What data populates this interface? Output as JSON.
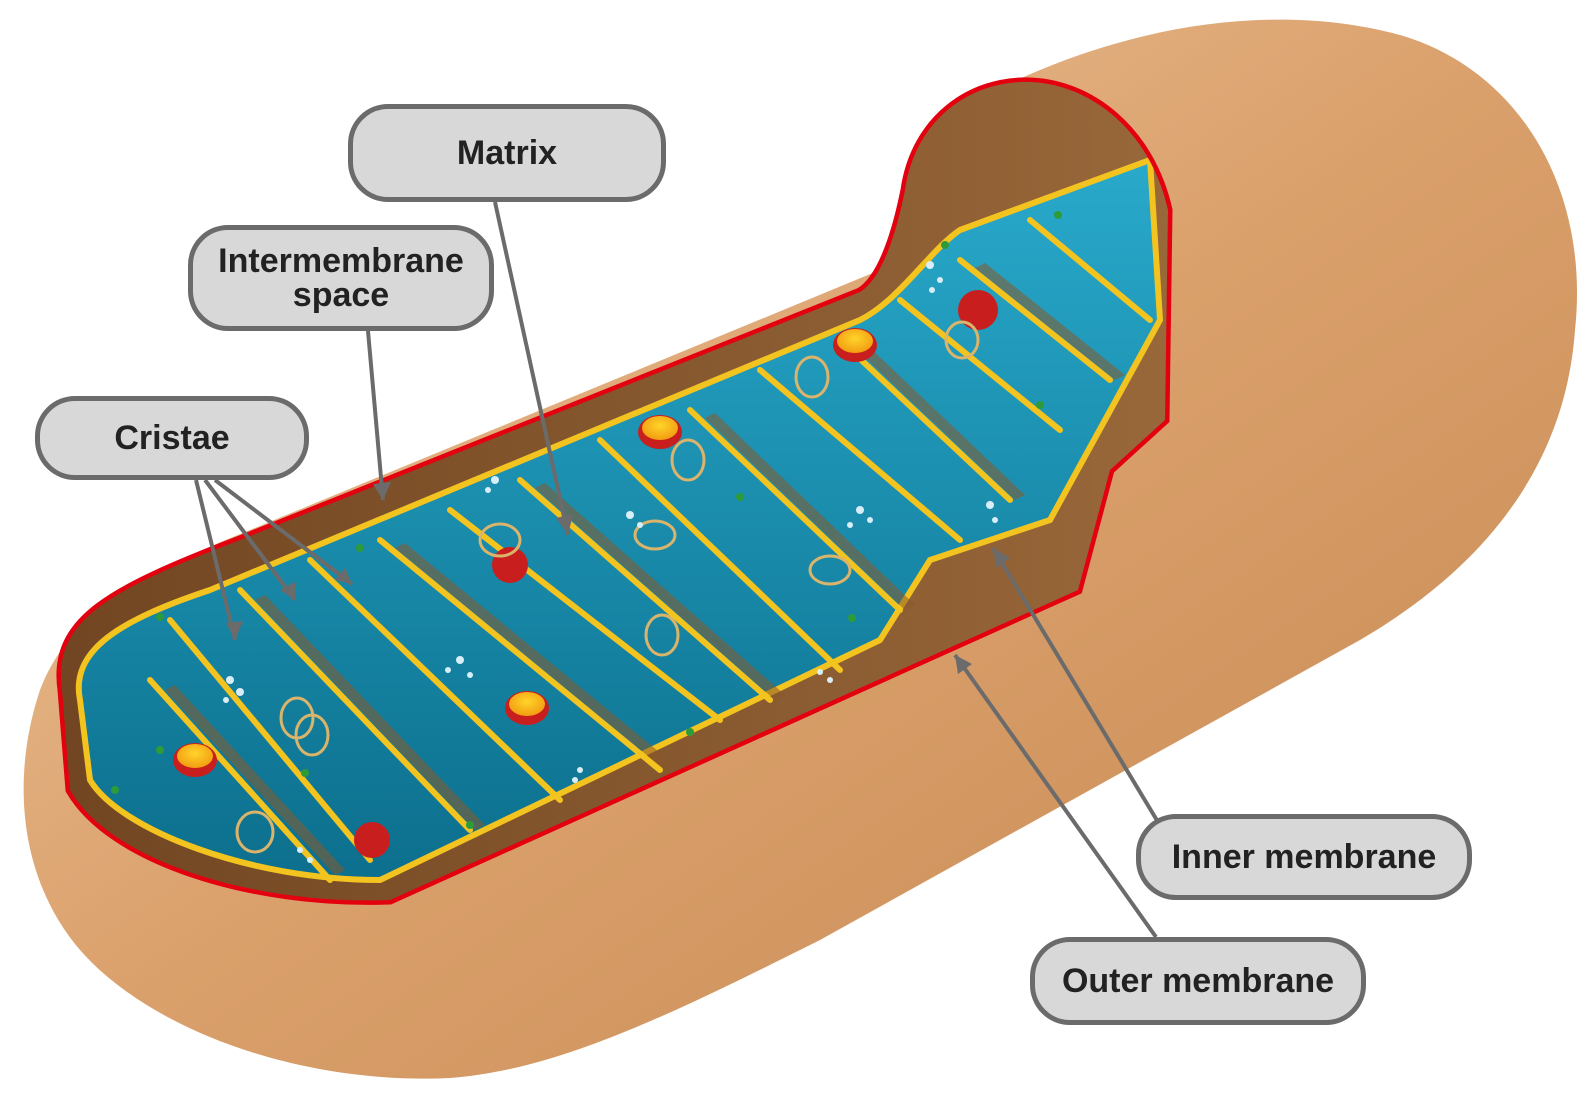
{
  "labels": {
    "matrix": "Matrix",
    "intermembrane_line1": "Intermembrane",
    "intermembrane_line2": "space",
    "cristae": "Cristae",
    "inner_membrane": "Inner membrane",
    "outer_membrane": "Outer membrane"
  },
  "colors": {
    "outer_shell": "#d79a62",
    "outer_membrane": "#e3000f",
    "inner_membrane": "#f3c31f",
    "matrix": "#1e9bbd",
    "intermembrane_fill": "#8a5a2b",
    "callout_fill": "#d8d8d8",
    "callout_border": "#6b6b6b",
    "leader_line": "#6b6b6b"
  }
}
